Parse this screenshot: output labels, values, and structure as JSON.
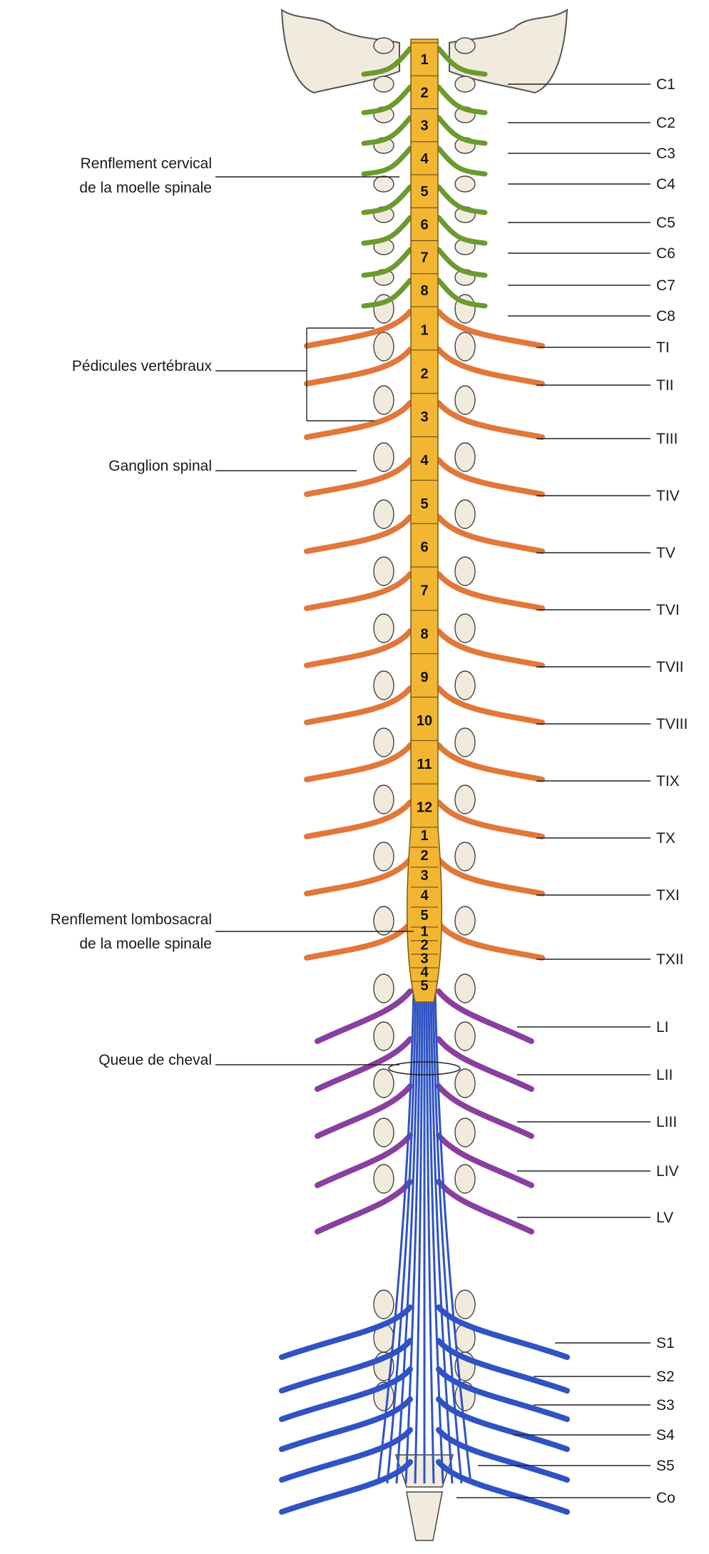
{
  "left_labels": [
    {
      "lines": [
        "Renflement cervical",
        "de la moelle spinale"
      ]
    },
    {
      "lines": [
        "Pédicules vertébraux"
      ]
    },
    {
      "lines": [
        "Ganglion spinal"
      ]
    },
    {
      "lines": [
        "Renflement lombosacral",
        "de la moelle spinale"
      ]
    },
    {
      "lines": [
        "Queue de cheval"
      ]
    }
  ],
  "right_labels": [
    "C1",
    "C2",
    "C3",
    "C4",
    "C5",
    "C6",
    "C7",
    "C8",
    "TI",
    "TII",
    "TIII",
    "TIV",
    "TV",
    "TVI",
    "TVII",
    "TVIII",
    "TIX",
    "TX",
    "TXI",
    "TXII",
    "LI",
    "LII",
    "LIII",
    "LIV",
    "LV",
    "S1",
    "S2",
    "S3",
    "S4",
    "S5",
    "Co"
  ],
  "segments": {
    "cervical": [
      "1",
      "2",
      "3",
      "4",
      "5",
      "6",
      "7",
      "8"
    ],
    "thoracic": [
      "1",
      "2",
      "3",
      "4",
      "5",
      "6",
      "7",
      "8",
      "9",
      "10",
      "11",
      "12"
    ],
    "lumbar": [
      "1",
      "2",
      "3",
      "4",
      "5"
    ],
    "sacral": [
      "1",
      "2",
      "3",
      "4",
      "5"
    ]
  },
  "colors": {
    "cord": "#f2b632",
    "cervical_nerves": "#6b9a2e",
    "thoracic_nerves": "#e2773a",
    "lumbar_nerves": "#8a3fa0",
    "sacral_nerves": "#2f53c4",
    "bone": "#f1ebdd"
  }
}
